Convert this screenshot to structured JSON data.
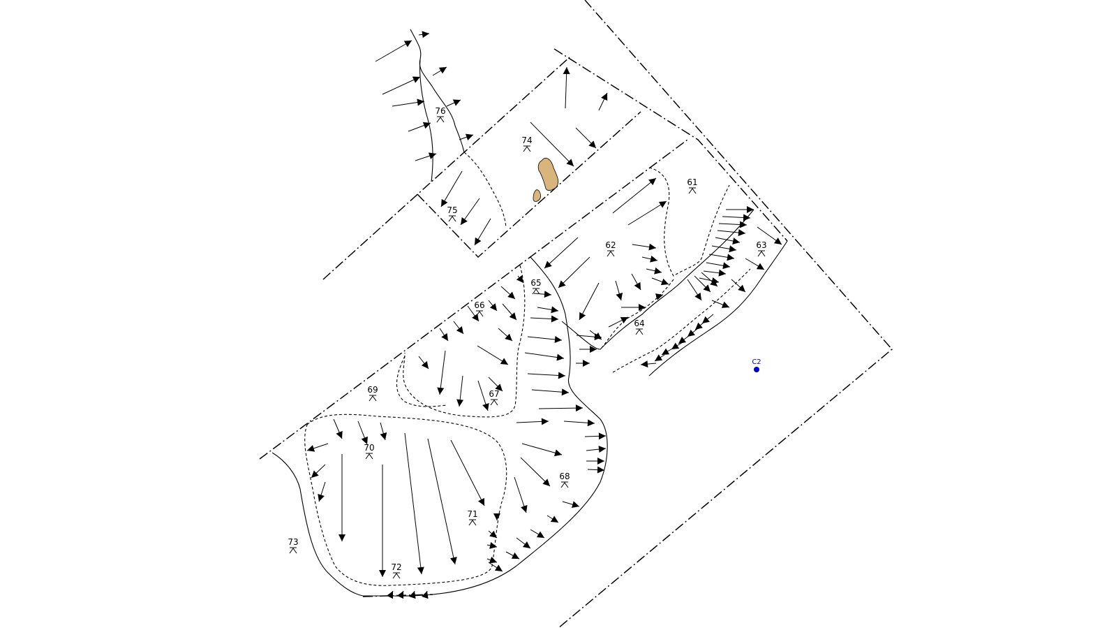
{
  "contexts": [
    {
      "id": "61",
      "label": "61"
    },
    {
      "id": "62",
      "label": "62"
    },
    {
      "id": "63",
      "label": "63"
    },
    {
      "id": "64",
      "label": "64"
    },
    {
      "id": "65",
      "label": "65"
    },
    {
      "id": "66",
      "label": "66"
    },
    {
      "id": "67",
      "label": "67"
    },
    {
      "id": "68",
      "label": "68"
    },
    {
      "id": "69",
      "label": "69"
    },
    {
      "id": "70",
      "label": "70"
    },
    {
      "id": "71",
      "label": "71"
    },
    {
      "id": "72",
      "label": "72"
    },
    {
      "id": "73",
      "label": "73"
    },
    {
      "id": "74",
      "label": "74"
    },
    {
      "id": "75",
      "label": "75"
    },
    {
      "id": "76",
      "label": "76"
    }
  ],
  "datum": {
    "label": "C2",
    "color": "#0000cc"
  },
  "colors": {
    "line": "#000000",
    "fill_feature": "#d9b47c",
    "background": "#ffffff"
  }
}
